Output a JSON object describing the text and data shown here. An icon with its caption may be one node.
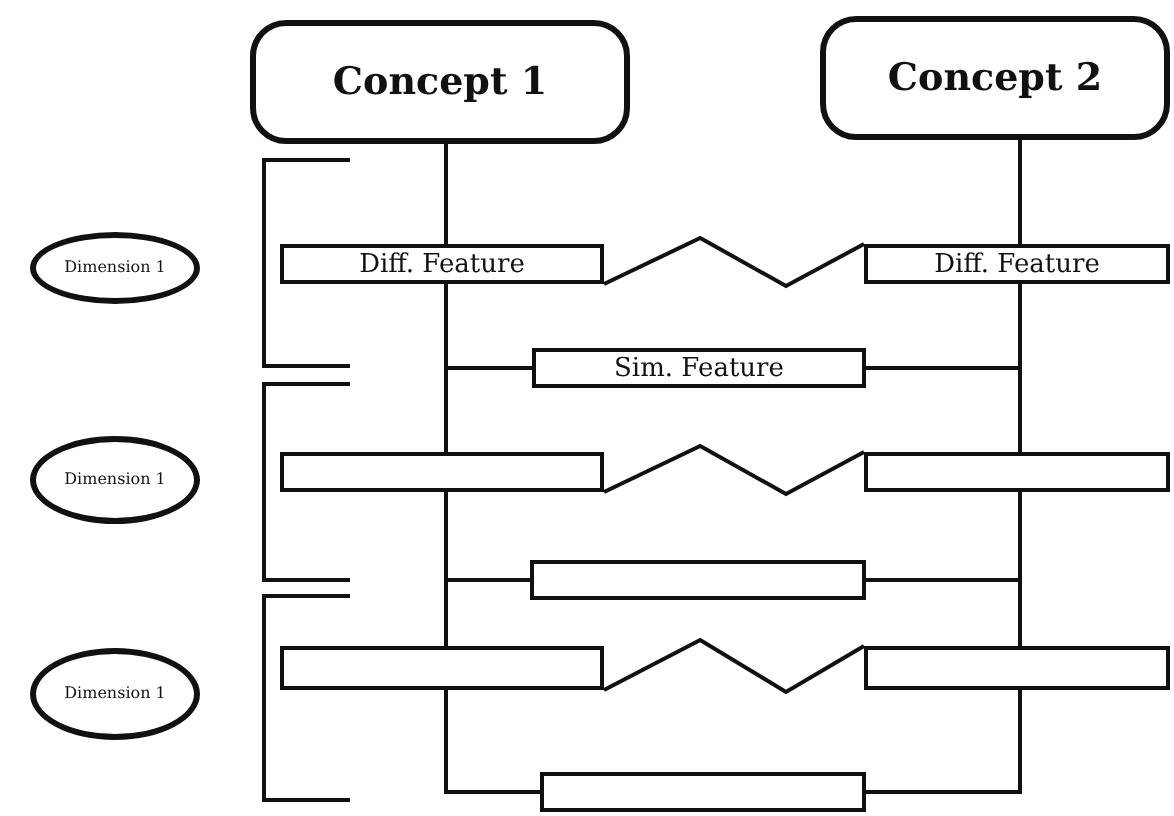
{
  "diagram": {
    "nodes": [
      {
        "text": [
          "Concept 1"
        ]
      },
      {
        "text": [
          "Concept 2"
        ]
      },
      {
        "text": [
          "Dimension 1"
        ]
      },
      {
        "text": [
          "Diff. Feature"
        ]
      },
      {
        "text": [
          "Diff. Feature"
        ]
      },
      {
        "text": [
          "Sim. Feature"
        ]
      },
      {
        "text": [
          "Dimension 1"
        ]
      },
      {
        "text": [],
        "shape": "box"
      },
      {
        "text": [],
        "shape": "box"
      },
      {
        "text": [],
        "shape": "box"
      },
      {
        "text": [
          "Dimension 1"
        ]
      },
      {
        "text": [],
        "shape": "box"
      },
      {
        "text": [],
        "shape": "box"
      },
      {
        "text": [],
        "shape": "box"
      }
    ],
    "edges": [
      {
        "from": 0,
        "to": 3,
        "arrow": "none"
      },
      {
        "from": 1,
        "to": 4,
        "arrow": "none"
      },
      {
        "from": 3,
        "to": 4,
        "arrow": "none"
      },
      {
        "from": 3,
        "to": 5,
        "arrow": "none"
      },
      {
        "from": 4,
        "to": 5,
        "arrow": "none"
      },
      {
        "from": 3,
        "to": 7,
        "arrow": "none"
      },
      {
        "from": 4,
        "to": 8,
        "arrow": "none"
      },
      {
        "from": 7,
        "to": 8,
        "arrow": "none"
      },
      {
        "from": 7,
        "to": 9,
        "arrow": "none"
      },
      {
        "from": 8,
        "to": 9,
        "arrow": "none"
      },
      {
        "from": 7,
        "to": 11,
        "arrow": "none"
      },
      {
        "from": 8,
        "to": 12,
        "arrow": "none"
      },
      {
        "from": 11,
        "to": 12,
        "arrow": "none"
      },
      {
        "from": 11,
        "to": 13,
        "arrow": "none"
      },
      {
        "from": 12,
        "to": 13,
        "arrow": "none"
      }
    ]
  }
}
